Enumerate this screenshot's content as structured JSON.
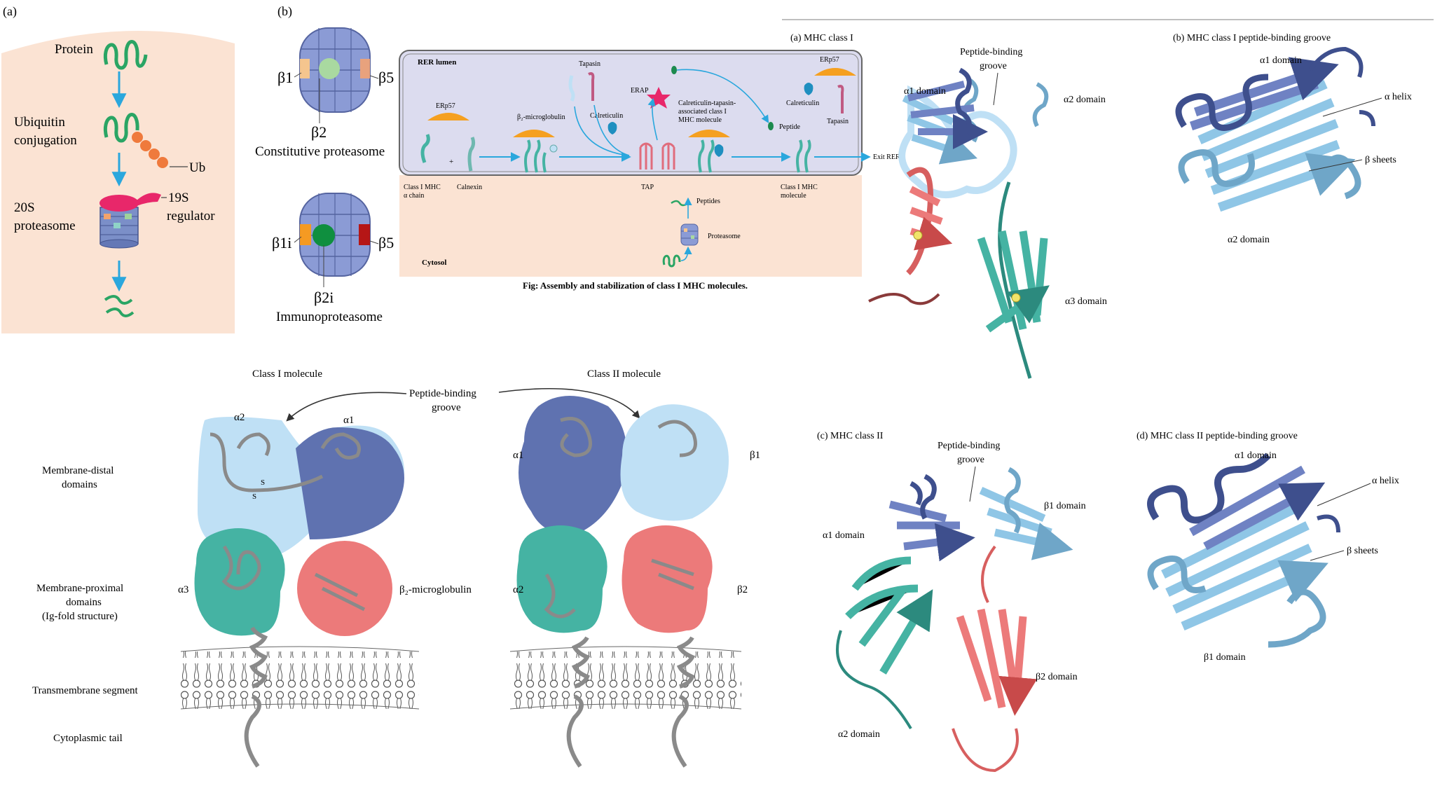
{
  "panel_ubiquitin": {
    "letter": "(a)",
    "protein": "Protein",
    "ubiquitin_line1": "Ubiquitin",
    "ubiquitin_line2": "conjugation",
    "ub": "Ub",
    "proteasome_line1": "20S",
    "proteasome_line2": "proteasome",
    "regulator_line1": "19S",
    "regulator_line2": "regulator"
  },
  "panel_proteasomes": {
    "letter": "(b)",
    "beta1": "β1",
    "beta5_top": "β5",
    "beta2": "β2",
    "constitutive": "Constitutive proteasome",
    "beta1i": "β1i",
    "beta5_bottom": "β5",
    "beta2i": "β2i",
    "immuno": "Immunoproteasome"
  },
  "panel_assembly": {
    "lumen": "RER lumen",
    "cytosol": "Cytosol",
    "erp57_left": "ERp57",
    "b2m": "β₂-microglobulin",
    "tapasin_top": "Tapasin",
    "calreticulin_mid": "Calreticulin",
    "erap": "ERAP",
    "complex_line1": "Calreticulin-tapasin-",
    "complex_line2": "associated class I",
    "complex_line3": "MHC molecule",
    "erp57_right": "ERp57",
    "calreticulin_right": "Calreticulin",
    "tapasin_right": "Tapasin",
    "peptide": "Peptide",
    "exit": "Exit RER",
    "alpha_line1": "Class I MHC",
    "alpha_line2": "α chain",
    "plus": "+",
    "calnexin": "Calnexin",
    "tap": "TAP",
    "peptides": "Peptides",
    "proteasome": "Proteasome",
    "mhc_line1": "Class I MHC",
    "mhc_line2": "molecule",
    "caption": "Fig: Assembly and stabilization of class I MHC molecules."
  },
  "panel_structures": {
    "a_title": "(a) MHC class I",
    "a_groove1": "Peptide-binding",
    "a_groove2": "groove",
    "a_a1": "α1 domain",
    "a_a2": "α2 domain",
    "a_a3": "α3 domain",
    "b_title": "(b) MHC class I peptide-binding groove",
    "b_a1": "α1 domain",
    "b_helix": "α helix",
    "b_sheets": "β sheets",
    "b_a2": "α2 domain",
    "c_title": "(c) MHC class II",
    "c_groove1": "Peptide-binding",
    "c_groove2": "groove",
    "c_b1": "β1 domain",
    "c_a1": "α1 domain",
    "c_b2": "β2 domain",
    "c_a2": "α2 domain",
    "d_title": "(d) MHC class II peptide-binding groove",
    "d_a1": "α1 domain",
    "d_helix": "α helix",
    "d_sheets": "β sheets",
    "d_b1": "β1 domain"
  },
  "panel_schematic": {
    "class1": "Class I molecule",
    "class2": "Class II molecule",
    "groove1": "Peptide-binding",
    "groove2": "groove",
    "distal1": "Membrane-distal",
    "distal2": "domains",
    "proximal1": "Membrane-proximal",
    "proximal2": "domains",
    "proximal3": "(Ig-fold structure)",
    "tm": "Transmembrane segment",
    "tail": "Cytoplasmic tail",
    "a1": "α1",
    "a2": "α2",
    "a3": "α3",
    "b2m": "β₂-microglobulin",
    "c2_a1": "α1",
    "c2_b1": "β1",
    "c2_a2": "α2",
    "c2_b2": "β2",
    "ss": "S",
    "ss2": "S"
  },
  "colors": {
    "peach": "#fbe3d3",
    "lavender": "#dcdcef",
    "navy": "#5f72b0",
    "lightblue": "#bfe0f5",
    "teal": "#45b3a3",
    "salmon": "#ec7a7a",
    "green": "#2aa564",
    "arrow": "#2aa7dd",
    "orange": "#f5a020",
    "magenta": "#e8276a"
  }
}
